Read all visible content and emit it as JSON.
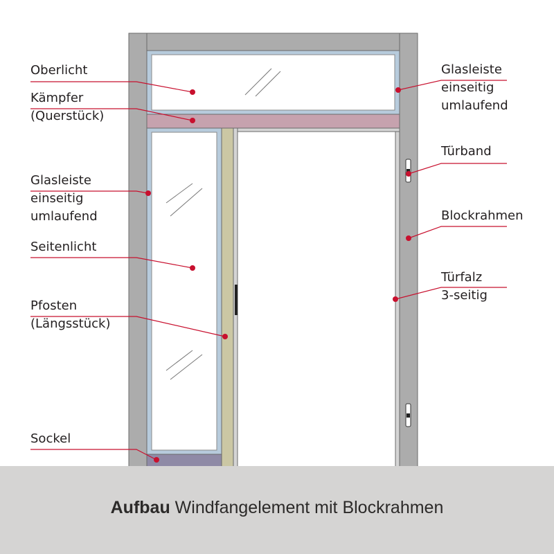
{
  "colors": {
    "frame": "#acacac",
    "frame_stroke": "#6a6a6a",
    "glazing_bead": "#b7cbdc",
    "kaempfer": "#c6a2ae",
    "pfosten": "#cbc7a4",
    "sockel": "#8f8aa6",
    "leader": "#c8102e",
    "caption_bg": "#d5d4d3"
  },
  "labels": {
    "oberlicht": "Oberlicht",
    "kaempfer": {
      "line1": "Kämpfer",
      "line2": "(Querstück)"
    },
    "glasleiste_left": {
      "line1": "Glasleiste",
      "line2": "einseitig",
      "line3": "umlaufend"
    },
    "seitenlicht": "Seitenlicht",
    "pfosten": {
      "line1": "Pfosten",
      "line2": "(Längsstück)"
    },
    "sockel": "Sockel",
    "glasleiste_right": {
      "line1": "Glasleiste",
      "line2": "einseitig",
      "line3": "umlaufend"
    },
    "tuerband": "Türband",
    "blockrahmen": "Blockrahmen",
    "tuerfalz": {
      "line1": "Türfalz",
      "line2": "3-seitig"
    }
  },
  "caption": {
    "bold": "Aufbau",
    "rest": " Windfangelement mit Blockrahmen"
  }
}
